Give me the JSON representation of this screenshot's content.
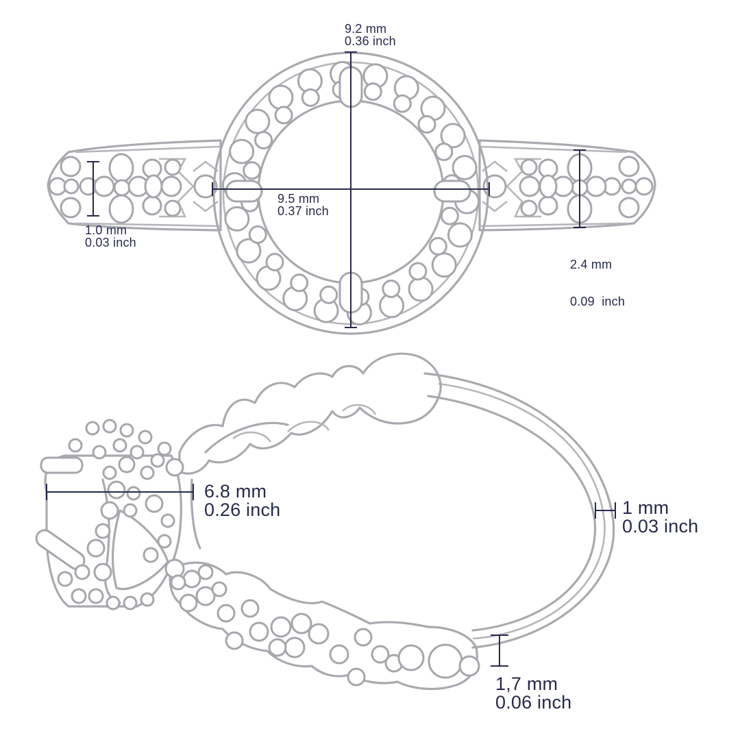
{
  "colors": {
    "outline": "#a9a9af",
    "dimension": "#262a4a",
    "background": "#ffffff"
  },
  "top_view": {
    "head_height": {
      "mm": "9.2 mm",
      "inch": "0.36 inch"
    },
    "head_width": {
      "mm": "9.5 mm",
      "inch": "0.37 inch"
    },
    "band_stone": {
      "mm": "1.0 mm",
      "inch": "0.03 inch"
    },
    "band_width": {
      "mm": "2.4 mm",
      "inch": "0.09  inch"
    }
  },
  "side_view": {
    "head_depth": {
      "mm": "6.8 mm",
      "inch": "0.26 inch"
    },
    "band_thickness": {
      "mm": "1 mm",
      "inch": "0.03 inch"
    },
    "shoulder_thickness": {
      "mm": "1,7 mm",
      "inch": "0.06 inch"
    }
  }
}
